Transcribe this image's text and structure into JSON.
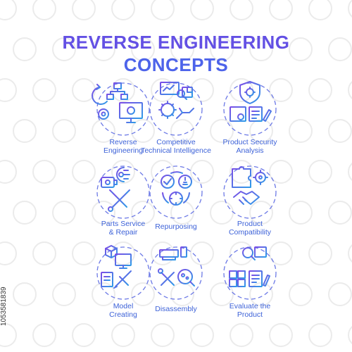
{
  "title": {
    "line1": "REVERSE ENGINEERING",
    "line2": "CONCEPTS"
  },
  "colors": {
    "gradient_start": "#7b4de6",
    "gradient_end": "#2f9be8",
    "ring": "#6d7ae6"
  },
  "items": [
    {
      "label": "Reverse\nEngineering",
      "icon": "reverse-engineering-icon"
    },
    {
      "label": "Competitive\nTechnical Intelligence",
      "icon": "competitive-intelligence-icon"
    },
    {
      "label": "Product Security\nAnalysis",
      "icon": "security-analysis-icon"
    },
    {
      "label": "Parts Service\n& Repair",
      "icon": "parts-repair-icon"
    },
    {
      "label": "Repurposing",
      "icon": "repurposing-icon"
    },
    {
      "label": "Product\nCompatibility",
      "icon": "compatibility-icon"
    },
    {
      "label": "Model\nCreating",
      "icon": "model-creating-icon"
    },
    {
      "label": "Disassembly",
      "icon": "disassembly-icon"
    },
    {
      "label": "Evaluate the\nProduct",
      "icon": "evaluate-product-icon"
    }
  ],
  "stock_id": "1053581839"
}
